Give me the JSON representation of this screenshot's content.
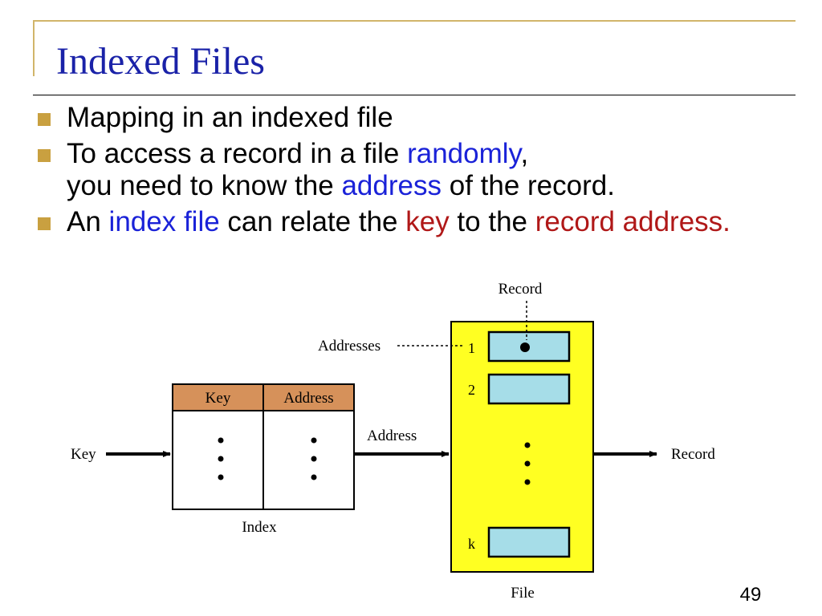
{
  "slide": {
    "title": "Indexed Files",
    "page_number": "49",
    "bullets": [
      {
        "parts": [
          {
            "text": "Mapping in an indexed file",
            "color": "black"
          }
        ]
      },
      {
        "parts": [
          {
            "text": "To access a record in a file ",
            "color": "black"
          },
          {
            "text": "randomly",
            "color": "blue"
          },
          {
            "text": ",",
            "color": "black"
          },
          {
            "text": "\n",
            "color": "black"
          },
          {
            "text": "you need to know the ",
            "color": "black"
          },
          {
            "text": "address",
            "color": "blue"
          },
          {
            "text": " of the record.",
            "color": "black"
          }
        ]
      },
      {
        "parts": [
          {
            "text": "An ",
            "color": "black"
          },
          {
            "text": "index file",
            "color": "blue"
          },
          {
            "text": " can relate the ",
            "color": "black"
          },
          {
            "text": "key",
            "color": "red"
          },
          {
            "text": " to the ",
            "color": "black"
          },
          {
            "text": "record address.",
            "color": "red"
          }
        ]
      }
    ]
  },
  "diagram": {
    "key_input_label": "Key",
    "index_header_key": "Key",
    "index_header_address": "Address",
    "index_caption": "Index",
    "address_arrow_label": "Address",
    "addresses_label": "Addresses",
    "record_top_label": "Record",
    "record_output_label": "Record",
    "file_caption": "File",
    "slot_labels": [
      "1",
      "2",
      "k"
    ]
  },
  "colors": {
    "title": "#1a22a8",
    "highlight_blue": "#1a22d8",
    "highlight_red": "#b01818",
    "bullet_marker": "#c9a040",
    "frame": "#d1b56a",
    "index_header": "#d6915a",
    "file_fill": "#ffff22",
    "record_fill": "#a6dde8"
  }
}
